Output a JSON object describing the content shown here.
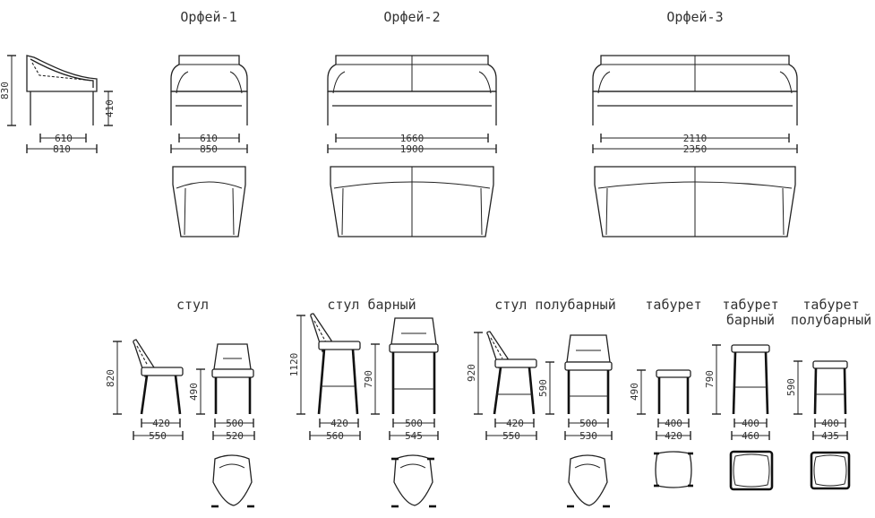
{
  "sofa": {
    "names": [
      "Орфей-1",
      "Орфей-2",
      "Орфей-3"
    ],
    "side": {
      "height": "830",
      "seat_height": "410",
      "inner_depth": "610",
      "depth": "810"
    },
    "orfey1": {
      "inner": "610",
      "outer": "850"
    },
    "orfey2": {
      "inner": "1660",
      "outer": "1900"
    },
    "orfey3": {
      "inner": "2110",
      "outer": "2350"
    }
  },
  "chairs": {
    "chair": {
      "title": "стул",
      "height": "820",
      "seat_height": "490",
      "side_inner": "420",
      "side_outer": "550",
      "front_inner": "500",
      "front_outer": "520"
    },
    "bar": {
      "title": "стул  барный",
      "height": "1120",
      "seat_height": "790",
      "side_inner": "420",
      "side_outer": "560",
      "front_inner": "500",
      "front_outer": "545"
    },
    "halfbar": {
      "title": "стул  полубарный",
      "height": "920",
      "seat_height": "590",
      "side_inner": "420",
      "side_outer": "550",
      "front_inner": "500",
      "front_outer": "530"
    }
  },
  "stools": {
    "stool": {
      "title": "табурет",
      "height": "490",
      "inner": "400",
      "outer": "420"
    },
    "bar": {
      "title_line1": "табурет",
      "title_line2": "барный",
      "height": "790",
      "inner": "400",
      "outer": "460"
    },
    "halfbar": {
      "title_line1": "табурет",
      "title_line2": "полубарный",
      "height": "590",
      "inner": "400",
      "outer": "435"
    }
  }
}
